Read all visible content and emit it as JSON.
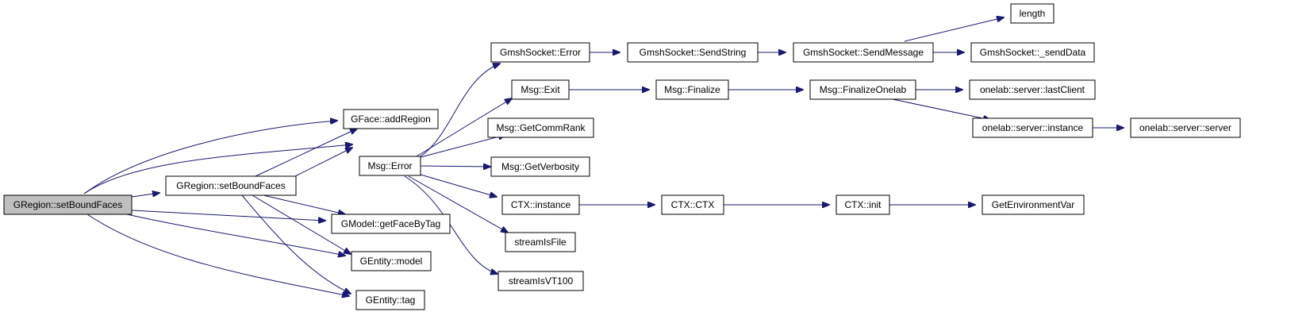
{
  "graph": {
    "edge_color": "#191970",
    "root_fill": "#bfbfbf",
    "nodes": {
      "root": "GRegion::setBoundFaces",
      "setbound": "GRegion::setBoundFaces",
      "addregion": "GFace::addRegion",
      "msgerror": "Msg::Error",
      "getface": "GModel::getFaceByTag",
      "model": "GEntity::model",
      "tag": "GEntity::tag",
      "gs_error": "GmshSocket::Error",
      "msg_exit": "Msg::Exit",
      "getcommrank": "Msg::GetCommRank",
      "getverbosity": "Msg::GetVerbosity",
      "ctx_instance": "CTX::instance",
      "streamisfile": "streamIsFile",
      "streamisvt100": "streamIsVT100",
      "sendstring": "GmshSocket::SendString",
      "finalize": "Msg::Finalize",
      "ctx_ctx": "CTX::CTX",
      "sendmessage": "GmshSocket::SendMessage",
      "finalizeonelab": "Msg::FinalizeOnelab",
      "ctx_init": "CTX::init",
      "length": "length",
      "senddata": "GmshSocket::_sendData",
      "lastclient": "onelab::server::lastClient",
      "srv_instance": "onelab::server::instance",
      "getenv": "GetEnvironmentVar",
      "srv_server": "onelab::server::server"
    }
  }
}
